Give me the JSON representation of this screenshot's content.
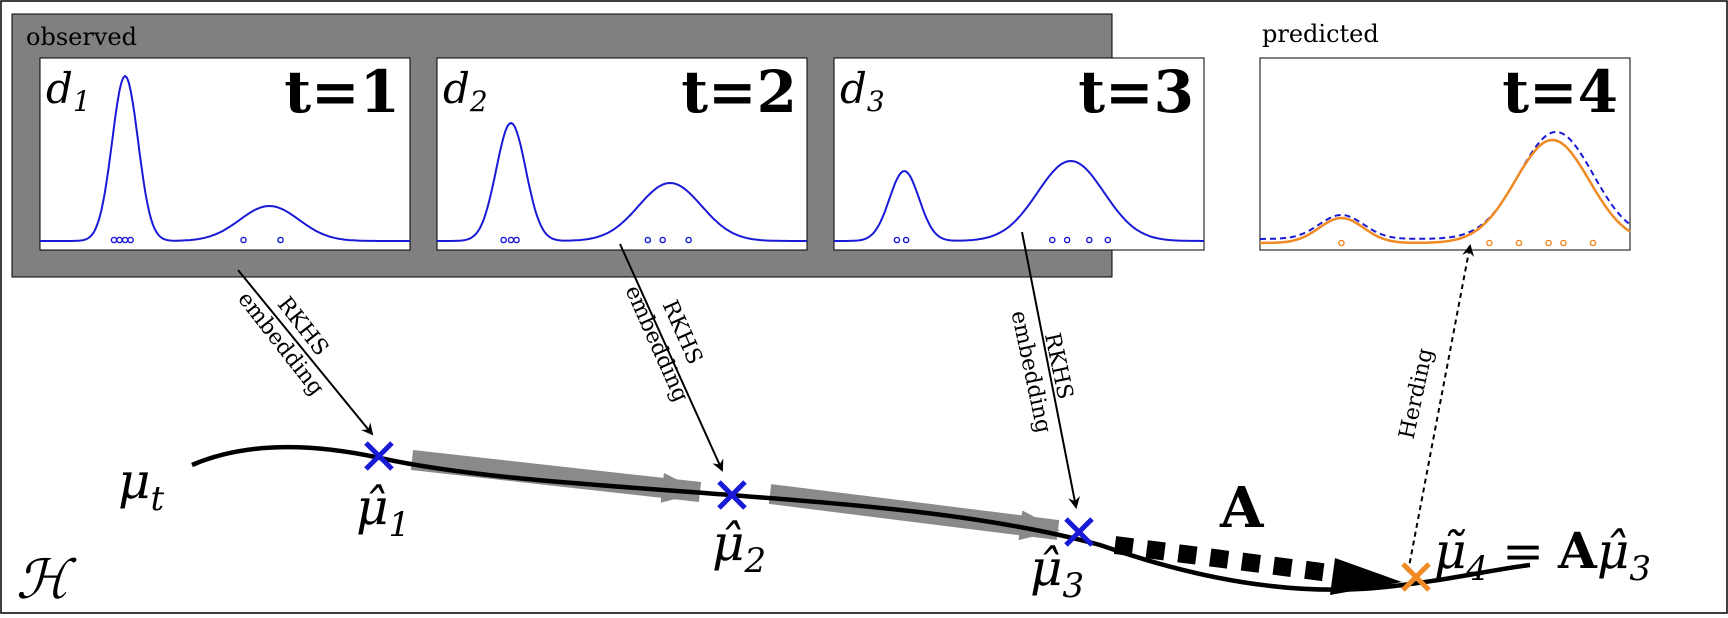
{
  "observed_label": "observed",
  "predicted_label": "predicted",
  "panels": [
    {
      "d_label": "d",
      "d_sub": "1",
      "t_label": "t=1"
    },
    {
      "d_label": "d",
      "d_sub": "2",
      "t_label": "t=2"
    },
    {
      "d_label": "d",
      "d_sub": "3",
      "t_label": "t=3"
    }
  ],
  "predicted_panel": {
    "t_label": "t=4"
  },
  "embedding_label_line1": "RKHS",
  "embedding_label_line2": "embedding",
  "herding_label": "Herding",
  "operator_label": "A",
  "space_label": "ℋ",
  "trajectory_label": {
    "base": "μ",
    "sub": "t"
  },
  "mu_hat_labels": [
    {
      "base": "μ̂",
      "sub": "1"
    },
    {
      "base": "μ̂",
      "sub": "2"
    },
    {
      "base": "μ̂",
      "sub": "3"
    }
  ],
  "prediction_equation": {
    "lhs_base": "μ̃",
    "lhs_sub": "4",
    "eq": "=",
    "op": "A",
    "rhs_base": "μ̂",
    "rhs_sub": "3"
  },
  "colors": {
    "observed_curve": "#1a1ad6",
    "observed_marker": "#1a1ad6",
    "predicted_true": "#1a1ad6",
    "predicted_curve": "#f08a24",
    "predicted_marker": "#f08a24",
    "gray_box": "#808080",
    "gray_arrow": "#8a8a8a",
    "axis": "#000000"
  }
}
